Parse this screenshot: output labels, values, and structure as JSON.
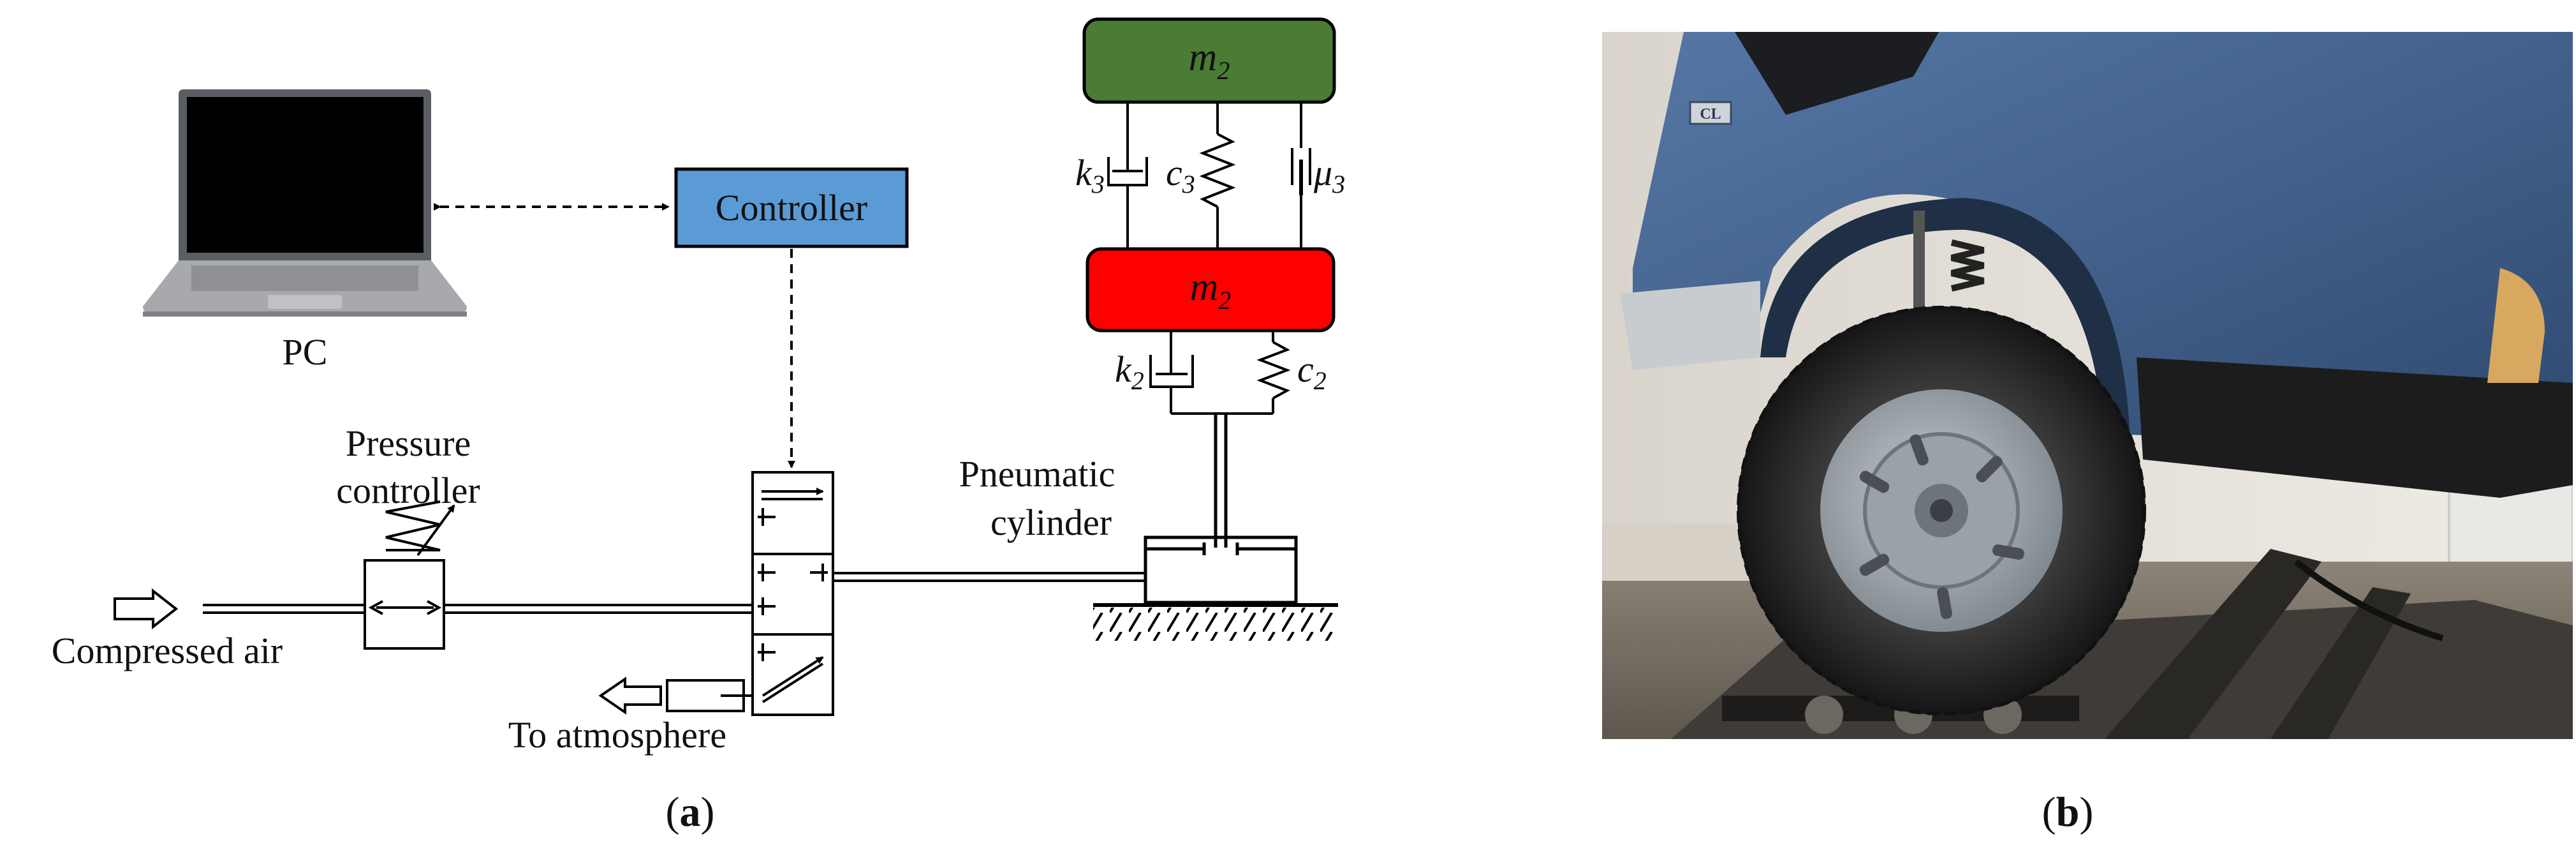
{
  "diagram_a": {
    "pc_label": "PC",
    "controller_label": "Controller",
    "pressure_controller_line1": "Pressure",
    "pressure_controller_line2": "controller",
    "compressed_air_label": "Compressed air",
    "to_atmosphere_label": "To atmosphere",
    "pneumatic_cylinder_line1": "Pneumatic",
    "pneumatic_cylinder_line2": "cylinder",
    "top_mass": {
      "symbol": "m",
      "subscript": "2",
      "color": "#4a7c34"
    },
    "middle_mass": {
      "symbol": "m",
      "subscript": "2",
      "color": "#ff0000"
    },
    "upper_elements": [
      {
        "symbol": "k",
        "subscript": "3"
      },
      {
        "symbol": "c",
        "subscript": "3"
      },
      {
        "symbol": "μ",
        "subscript": "3"
      }
    ],
    "lower_elements": [
      {
        "symbol": "k",
        "subscript": "2"
      },
      {
        "symbol": "c",
        "subscript": "2"
      }
    ],
    "controller_color": "#5b9bd5"
  },
  "captions": {
    "a_open": "(",
    "a_letter": "a",
    "a_close": ")",
    "b_open": "(",
    "b_letter": "b",
    "b_close": ")"
  },
  "photo_b": {
    "subject": "blue car front wheel on pneumatic test rig",
    "badge_text": "CL",
    "body_color": "#3f5f8a",
    "tire_color": "#2a2a2a"
  }
}
